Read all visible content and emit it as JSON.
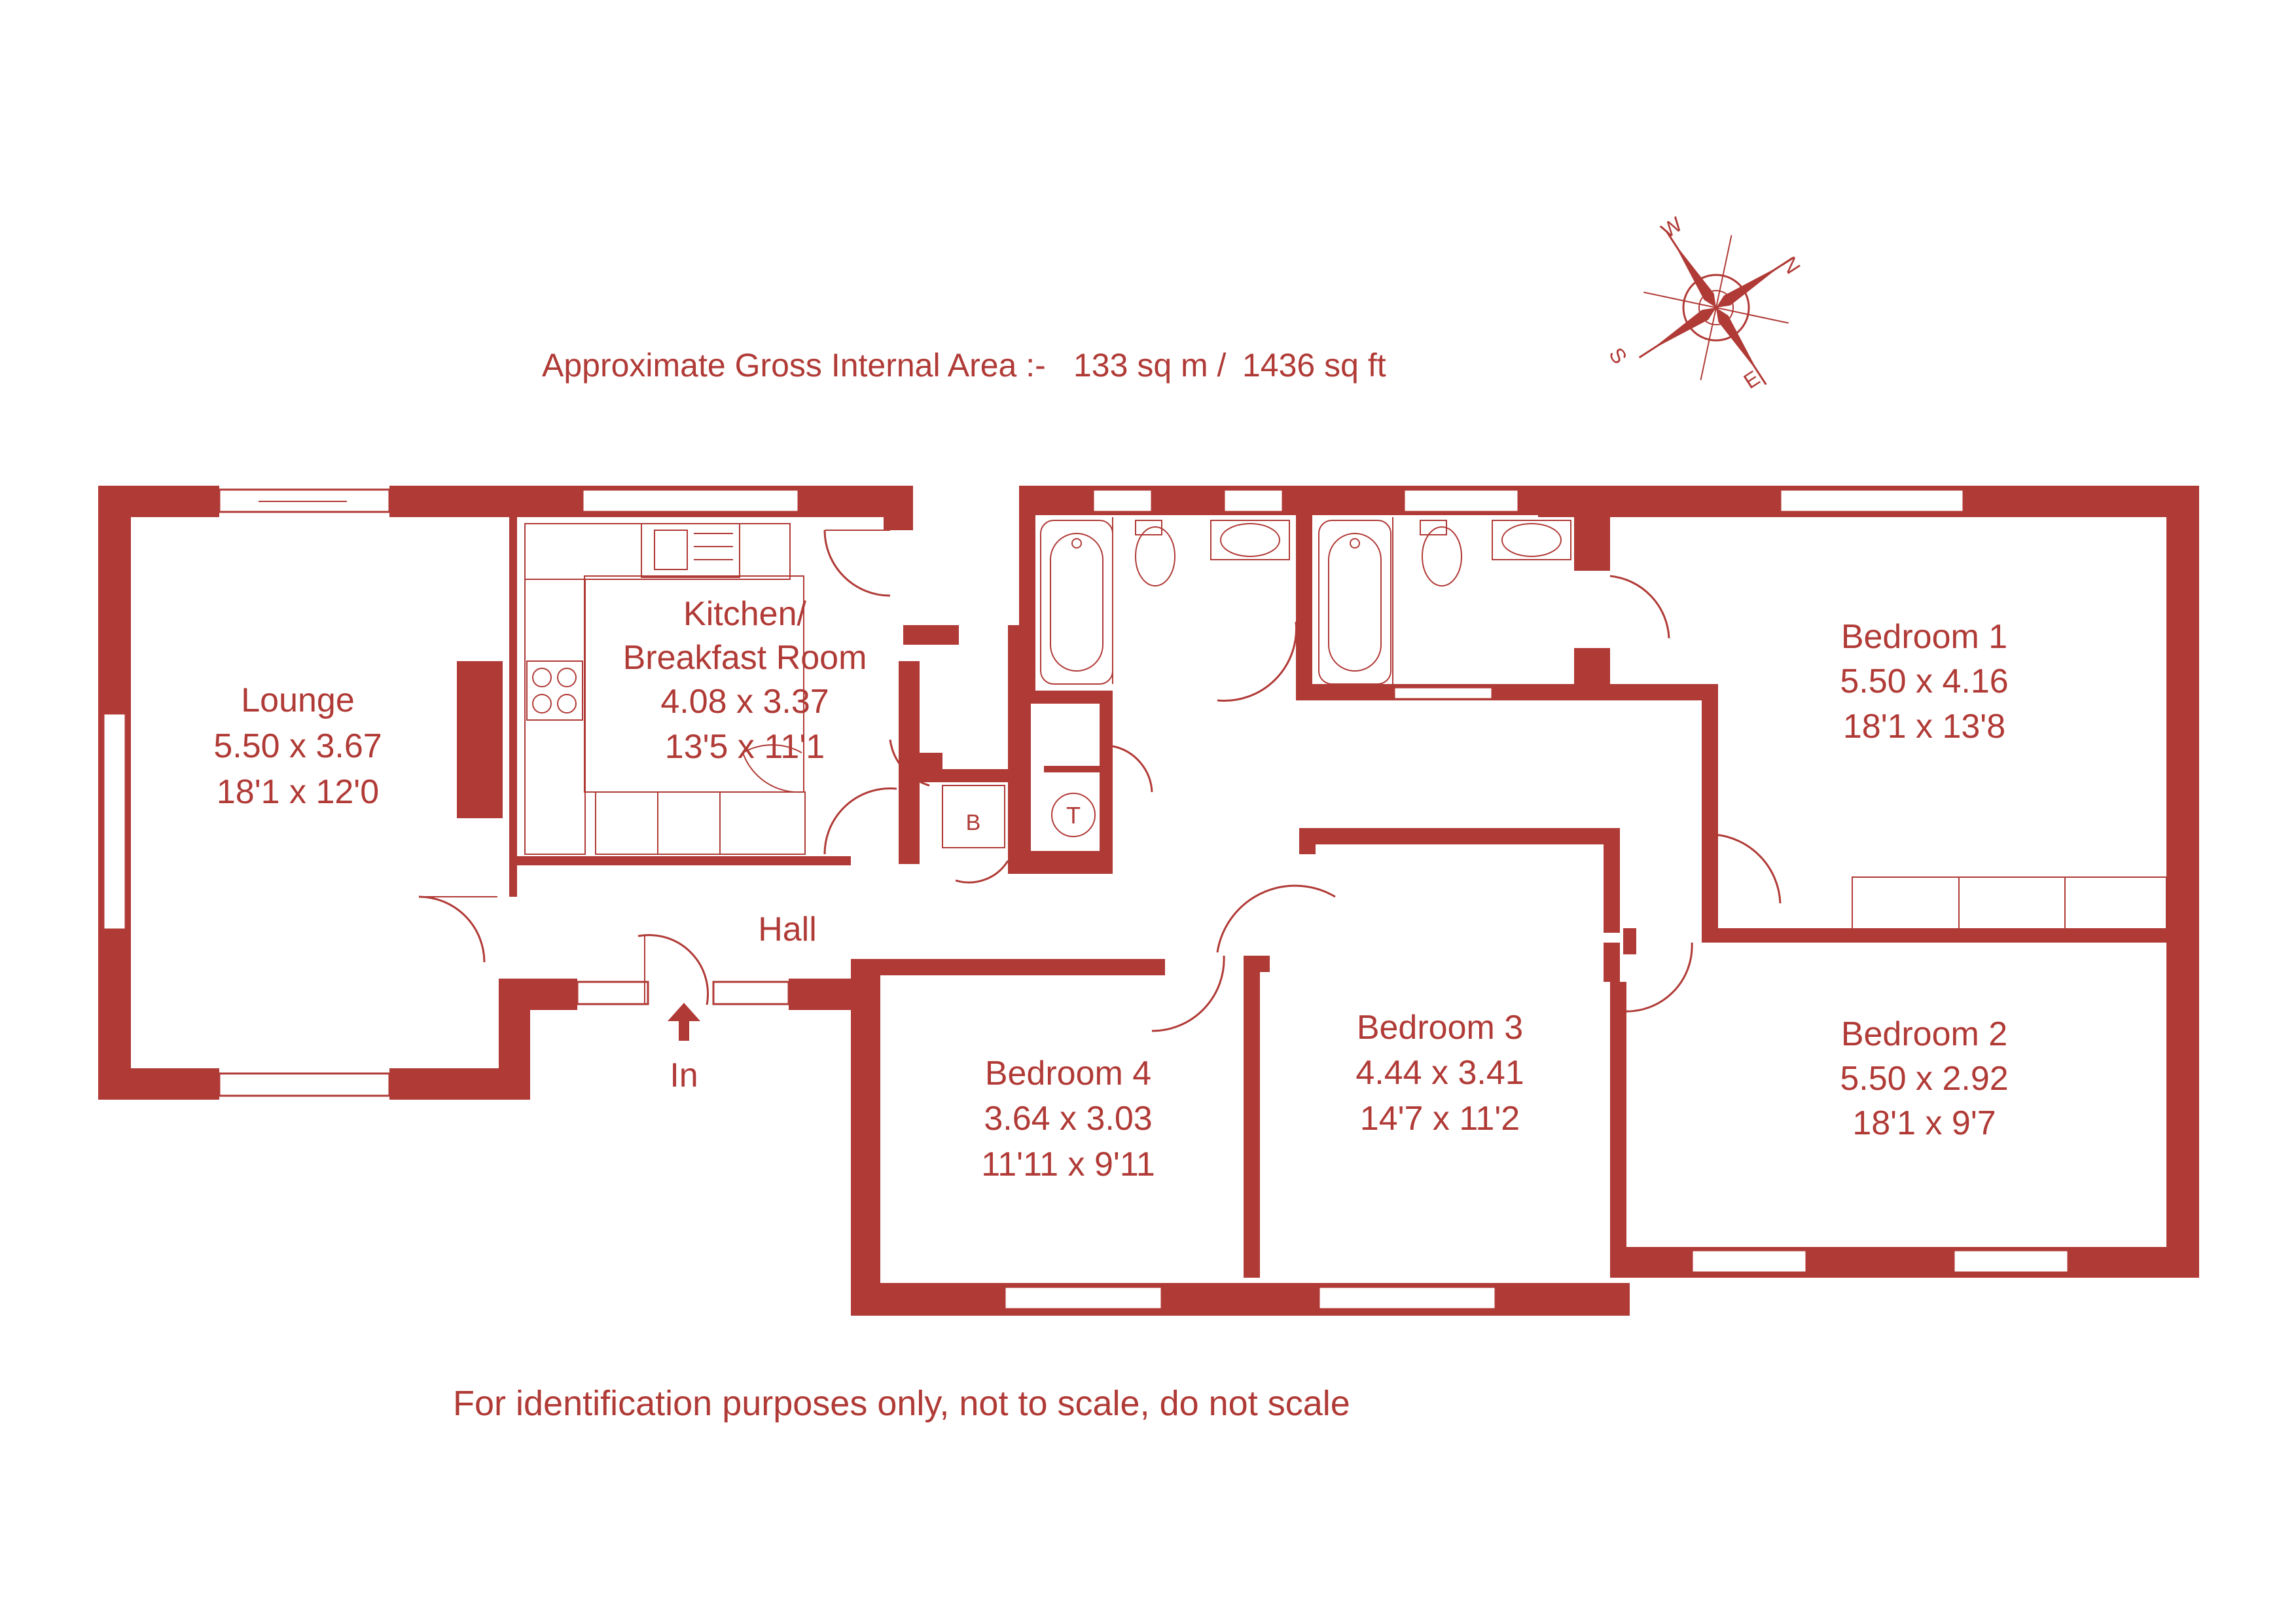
{
  "header": {
    "area_label": "Approximate Gross Internal Area  :-",
    "area_sqm": "133 sq m /",
    "area_sqft": "1436 sq ft"
  },
  "compass": {
    "n": "N",
    "e": "E",
    "s": "S",
    "w": "W"
  },
  "rooms": {
    "lounge": {
      "name": "Lounge",
      "metric": "5.50 x 3.67",
      "imperial": "18'1 x 12'0"
    },
    "kitchen": {
      "name_line1": "Kitchen/",
      "name_line2": "Breakfast Room",
      "metric": "4.08 x 3.37",
      "imperial": "13'5 x 11'1"
    },
    "bedroom1": {
      "name": "Bedroom 1",
      "metric": "5.50 x 4.16",
      "imperial": "18'1 x 13'8"
    },
    "bedroom2": {
      "name": "Bedroom 2",
      "metric": "5.50 x 2.92",
      "imperial": "18'1 x 9'7"
    },
    "bedroom3": {
      "name": "Bedroom 3",
      "metric": "4.44 x 3.41",
      "imperial": "14'7 x 11'2"
    },
    "bedroom4": {
      "name": "Bedroom 4",
      "metric": "3.64 x 3.03",
      "imperial": "11'11 x 9'11"
    },
    "hall": {
      "name": "Hall"
    }
  },
  "fixtures": {
    "boiler": "B",
    "tank": "T"
  },
  "entrance": {
    "label": "In"
  },
  "footer": {
    "disclaimer": "For identification purposes only, not to scale, do not scale"
  },
  "colors": {
    "wall": "#b03a36",
    "background": "#ffffff"
  }
}
